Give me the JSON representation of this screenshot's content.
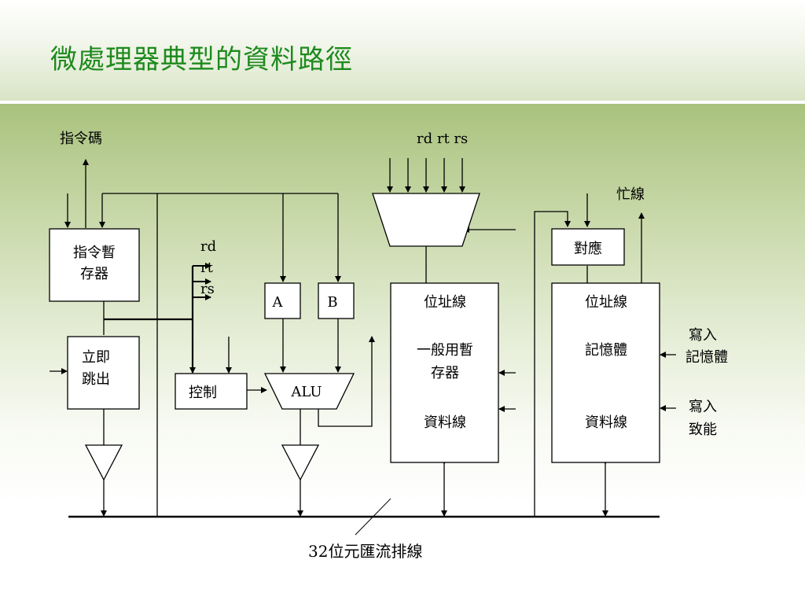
{
  "title": "微處理器典型的資料路徑",
  "diagram": {
    "labels": {
      "opcode": "指令碼",
      "rd_rt_rs_top": "rd rt rs",
      "busy_line": "忙線",
      "write_mem_1": "寫入",
      "write_mem_2": "記憶體",
      "write_en_1": "寫入",
      "write_en_2": "致能",
      "bus": "32位元匯流排線",
      "rd": "rd",
      "rt": "rt",
      "rs": "rs"
    },
    "blocks": {
      "ir_1": "指令暫",
      "ir_2": "存器",
      "imm_1": "立即",
      "imm_2": "跳出",
      "control": "控制",
      "a": "A",
      "b": "B",
      "alu": "ALU",
      "reg_addr": "位址線",
      "reg_name_1": "一般用暫",
      "reg_name_2": "存器",
      "reg_data": "資料線",
      "map": "對應",
      "mem_addr": "位址線",
      "mem_name": "記憶體",
      "mem_data": "資料線"
    }
  }
}
